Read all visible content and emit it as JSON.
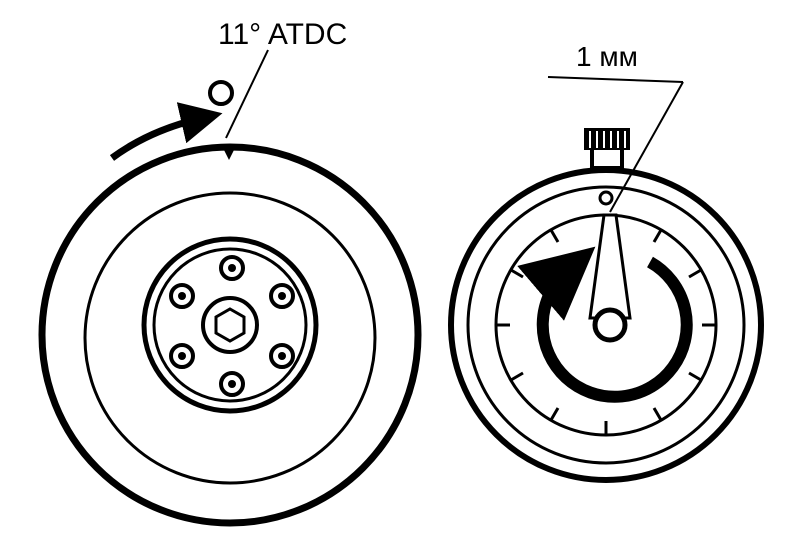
{
  "labels": {
    "pulley_angle": "11° ATDC",
    "gauge_reading": "1 мм"
  },
  "colors": {
    "ink": "#000000",
    "paper": "#ffffff"
  },
  "parts": {
    "pulley": {
      "bolt_count": 6,
      "rotation": "clockwise"
    },
    "dial_gauge": {
      "tick_count": 12,
      "rotation": "clockwise"
    }
  }
}
